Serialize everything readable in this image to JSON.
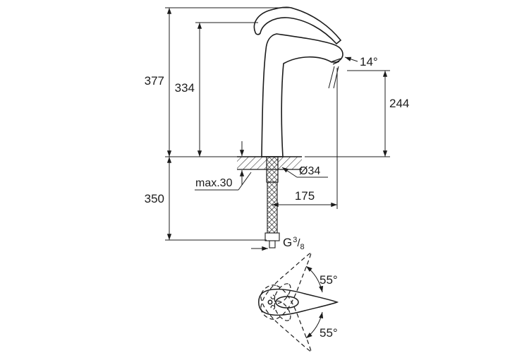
{
  "meta": {
    "background": "#ffffff",
    "line_color": "#1c1c1c",
    "drawing_type": "faucet dimension drawing"
  },
  "side_view": {
    "total_height": "377",
    "body_height": "334",
    "outlet_height": "244",
    "stream_angle": "14°",
    "below_counter_depth": "350",
    "counter_thickness_max": "max.30",
    "base_diameter": "Ø34",
    "spout_reach": "175",
    "thread": {
      "prefix": "G",
      "numerator": "3",
      "slash": "/",
      "denominator": "8"
    }
  },
  "top_view": {
    "swivel_angle_upper": "55°",
    "swivel_angle_lower": "55°"
  }
}
